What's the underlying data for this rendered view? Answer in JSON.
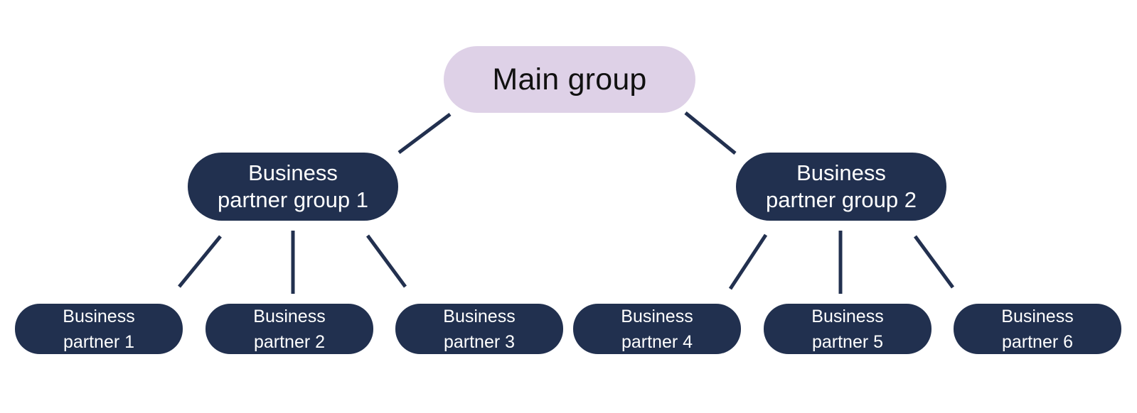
{
  "colors": {
    "main_fill": "#ded1e7",
    "node_fill": "#21304f",
    "connector": "#22304f",
    "node_text": "#ffffff",
    "main_text": "#111111"
  },
  "main_group": {
    "label": "Main group"
  },
  "groups": [
    {
      "line1": "Business",
      "line2": "partner group 1"
    },
    {
      "line1": "Business",
      "line2": "partner group 2"
    }
  ],
  "partners": [
    {
      "line1": "Business",
      "line2": "partner 1"
    },
    {
      "line1": "Business",
      "line2": "partner 2"
    },
    {
      "line1": "Business",
      "line2": "partner 3"
    },
    {
      "line1": "Business",
      "line2": "partner 4"
    },
    {
      "line1": "Business",
      "line2": "partner 5"
    },
    {
      "line1": "Business",
      "line2": "partner 6"
    }
  ]
}
